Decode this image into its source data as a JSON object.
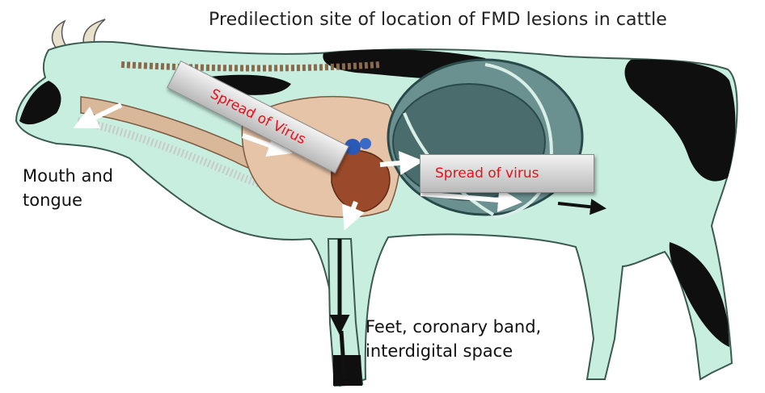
{
  "title": "Predilection site of location of FMD lesions in cattle",
  "labels": {
    "mouth_line1": "Mouth and",
    "mouth_line2": "tongue",
    "feet_line1": "Feet, coronary band,",
    "feet_line2": "interdigital space"
  },
  "banners": {
    "upper": "Spread of Virus",
    "lower": "Spread of virus"
  },
  "colors": {
    "cow_body": "#c8eee0",
    "cow_patch": "#0f0f0f",
    "banner_text": "#e8101a",
    "arrow": "#ffffff"
  }
}
